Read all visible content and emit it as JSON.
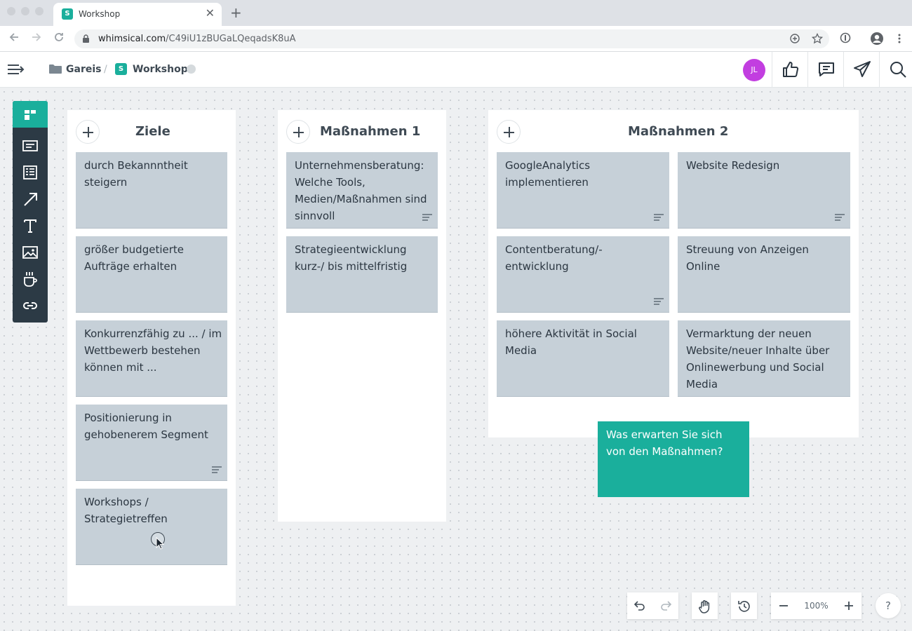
{
  "browser": {
    "tab_title": "Workshop",
    "tab_favicon_letter": "S",
    "url_host": "whimsical.com",
    "url_path": "/C49iU1zBUGaLQeqadsK8uA",
    "close_glyph": "✕",
    "new_tab_glyph": "+"
  },
  "header": {
    "breadcrumb_folder": "Gareis",
    "breadcrumb_sep": "/",
    "breadcrumb_badge": "S",
    "breadcrumb_doc": "Workshop",
    "avatar_initials": "JL",
    "avatar_color": "#c23ee0"
  },
  "toolbar": {
    "tools": [
      "boards-icon",
      "card-icon",
      "checklist-icon",
      "connector-icon",
      "text-icon",
      "image-icon",
      "cup-icon",
      "link-icon"
    ],
    "active_color": "#1aaf9c"
  },
  "columns": [
    {
      "title": "Ziele",
      "cards": [
        {
          "text": "durch Bekannntheit steigern",
          "has_note": false
        },
        {
          "text": "größer budgetierte Aufträge erhalten",
          "has_note": false
        },
        {
          "text": "Konkurrenzfähig zu ... / im Wettbewerb bestehen können mit ...",
          "has_note": false
        },
        {
          "text": "Positionierung in gehobenerem Segment",
          "has_note": true
        },
        {
          "text": "Workshops / Strategietreffen",
          "has_note": false
        }
      ]
    },
    {
      "title": "Maßnahmen 1",
      "cards": [
        {
          "text": "Unternehmensberatung: Welche Tools, Medien/Maßnahmen sind sinnvoll",
          "has_note": true
        },
        {
          "text": "Strategieentwicklung kurz-/ bis mittelfristig",
          "has_note": false
        }
      ]
    },
    {
      "title": "Maßnahmen 2",
      "cards": [
        {
          "text": "GoogleAnalytics implementieren",
          "has_note": true
        },
        {
          "text": "Website Redesign",
          "has_note": true
        },
        {
          "text": "Contentberatung/-entwicklung",
          "has_note": true
        },
        {
          "text": "Streuung von Anzeigen Online",
          "has_note": false
        },
        {
          "text": "höhere Aktivität in Social Media",
          "has_note": false
        },
        {
          "text": "Vermarktung der neuen Website/neuer Inhalte über Onlinewerbung und Social Media",
          "has_note": false
        }
      ]
    }
  ],
  "sticky_note": {
    "text": "Was erwarten Sie sich von den Maßnahmen?",
    "color": "#1aaf9c"
  },
  "bottom_controls": {
    "zoom_level": "100%",
    "help_label": "?"
  }
}
